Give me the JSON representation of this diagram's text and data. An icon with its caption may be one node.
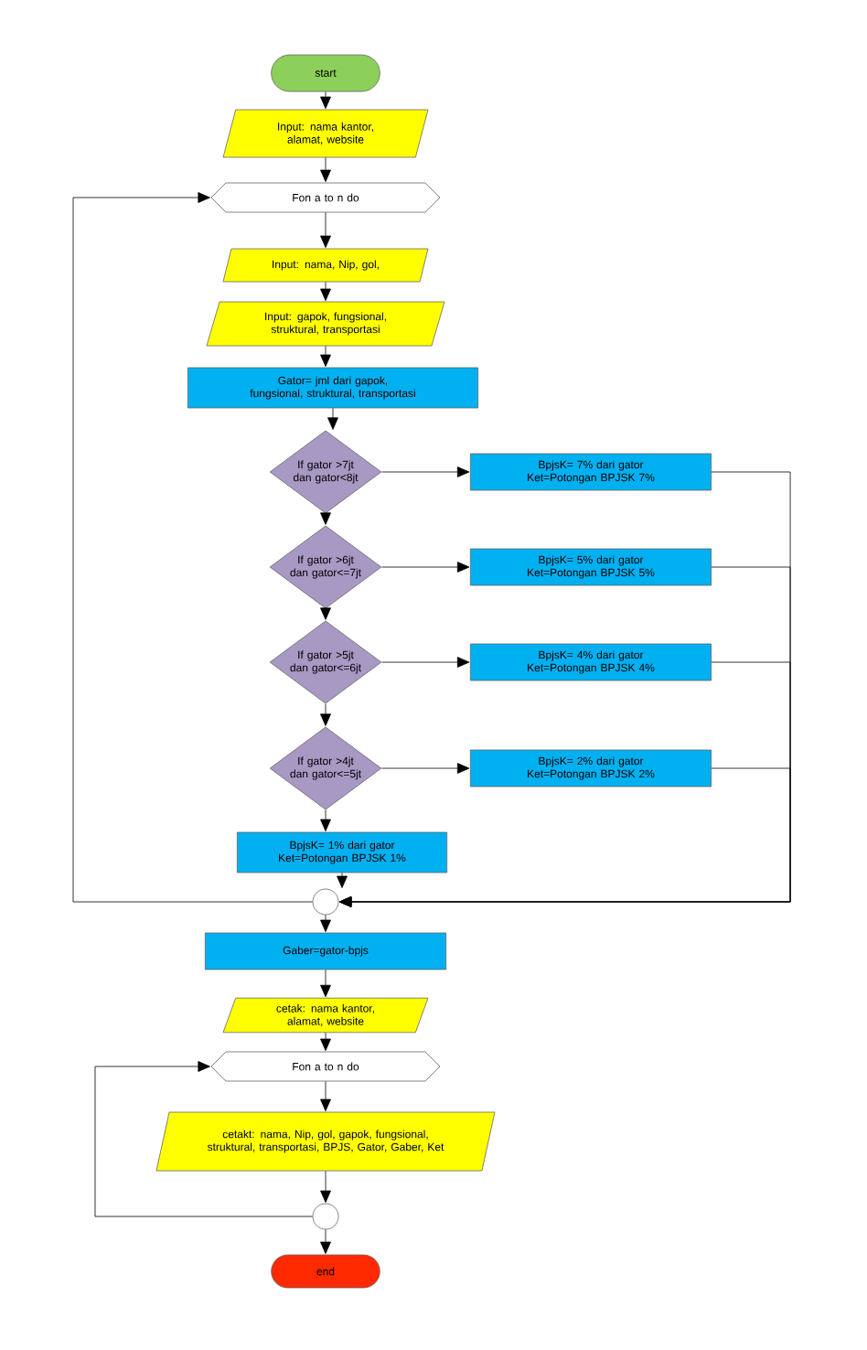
{
  "diagram": {
    "nodes": [
      {
        "text": [
          "start"
        ]
      },
      {
        "text": [
          "Input: nama kantor, alamat, website"
        ]
      },
      {
        "text": [
          "Fon a to n do"
        ]
      },
      {
        "text": [
          "Input: nama, Nip, gol,"
        ]
      },
      {
        "text": [
          "Input: gapok, fungsional, struktural, transportasi"
        ]
      },
      {
        "text": [
          "Gator= jml dari gapok, fungsional, struktural, transportasi"
        ]
      },
      {
        "text": [
          "If gator >7jt dan gator<8jt"
        ]
      },
      {
        "text": [
          "BpjsK= 7% dari gator Ket=Potongan BPJSK 7%"
        ]
      },
      {
        "text": [
          "If gator >6jt dan gator<=7jt"
        ]
      },
      {
        "text": [
          "BpjsK= 5% dari gator Ket=Potongan BPJSK 5%"
        ]
      },
      {
        "text": [
          "If gator >5jt dan gator<=6jt"
        ]
      },
      {
        "text": [
          "BpjsK= 4% dari gator Ket=Potongan BPJSK 4%"
        ]
      },
      {
        "text": [
          "If gator >4jt dan gator<=5jt"
        ]
      },
      {
        "text": [
          "BpjsK= 2% dari gator Ket=Potongan BPJSK 2%"
        ]
      },
      {
        "text": [
          "BpjsK= 1% dari gator Ket=Potongan BPJSK 1%"
        ]
      },
      {
        "text": [],
        "shape": "circle"
      },
      {
        "text": [
          "Gaber=gator-bpjs"
        ]
      },
      {
        "text": [
          "cetak: nama kantor, alamat, website"
        ]
      },
      {
        "text": [
          "Fon a to n do"
        ]
      },
      {
        "text": [
          "cetakt: nama, Nip, gol, gapok, fungsional, struktural, transportasi, BPJS, Gator, Gaber, Ket"
        ]
      },
      {
        "text": [],
        "shape": "circle"
      },
      {
        "text": [
          "end"
        ]
      }
    ],
    "edges": [
      {
        "from": 0,
        "to": 1,
        "arrow": "to"
      },
      {
        "from": 1,
        "to": 2,
        "arrow": "to"
      },
      {
        "from": 2,
        "to": 3,
        "arrow": "to"
      },
      {
        "from": 3,
        "to": 4,
        "arrow": "to"
      },
      {
        "from": 4,
        "to": 5,
        "arrow": "to"
      },
      {
        "from": 5,
        "to": 6,
        "arrow": "to"
      },
      {
        "from": 6,
        "to": 7,
        "arrow": "to"
      },
      {
        "from": 6,
        "to": 8,
        "arrow": "to"
      },
      {
        "from": 8,
        "to": 9,
        "arrow": "to"
      },
      {
        "from": 8,
        "to": 10,
        "arrow": "to"
      },
      {
        "from": 10,
        "to": 11,
        "arrow": "to"
      },
      {
        "from": 10,
        "to": 12,
        "arrow": "to"
      },
      {
        "from": 12,
        "to": 13,
        "arrow": "to"
      },
      {
        "from": 12,
        "to": 14,
        "arrow": "to"
      },
      {
        "from": 14,
        "to": 15,
        "arrow": "to"
      },
      {
        "from": 7,
        "to": 15,
        "arrow": "to"
      },
      {
        "from": 9,
        "to": 15,
        "arrow": "to"
      },
      {
        "from": 11,
        "to": 15,
        "arrow": "to"
      },
      {
        "from": 13,
        "to": 15,
        "arrow": "to"
      },
      {
        "from": 15,
        "to": 2,
        "arrow": "to"
      },
      {
        "from": 15,
        "to": 16,
        "arrow": "to"
      },
      {
        "from": 16,
        "to": 17,
        "arrow": "to"
      },
      {
        "from": 17,
        "to": 18,
        "arrow": "to"
      },
      {
        "from": 18,
        "to": 19,
        "arrow": "to"
      },
      {
        "from": 19,
        "to": 20,
        "arrow": "to"
      },
      {
        "from": 20,
        "to": 18,
        "arrow": "to"
      },
      {
        "from": 20,
        "to": 21,
        "arrow": "to"
      }
    ]
  }
}
